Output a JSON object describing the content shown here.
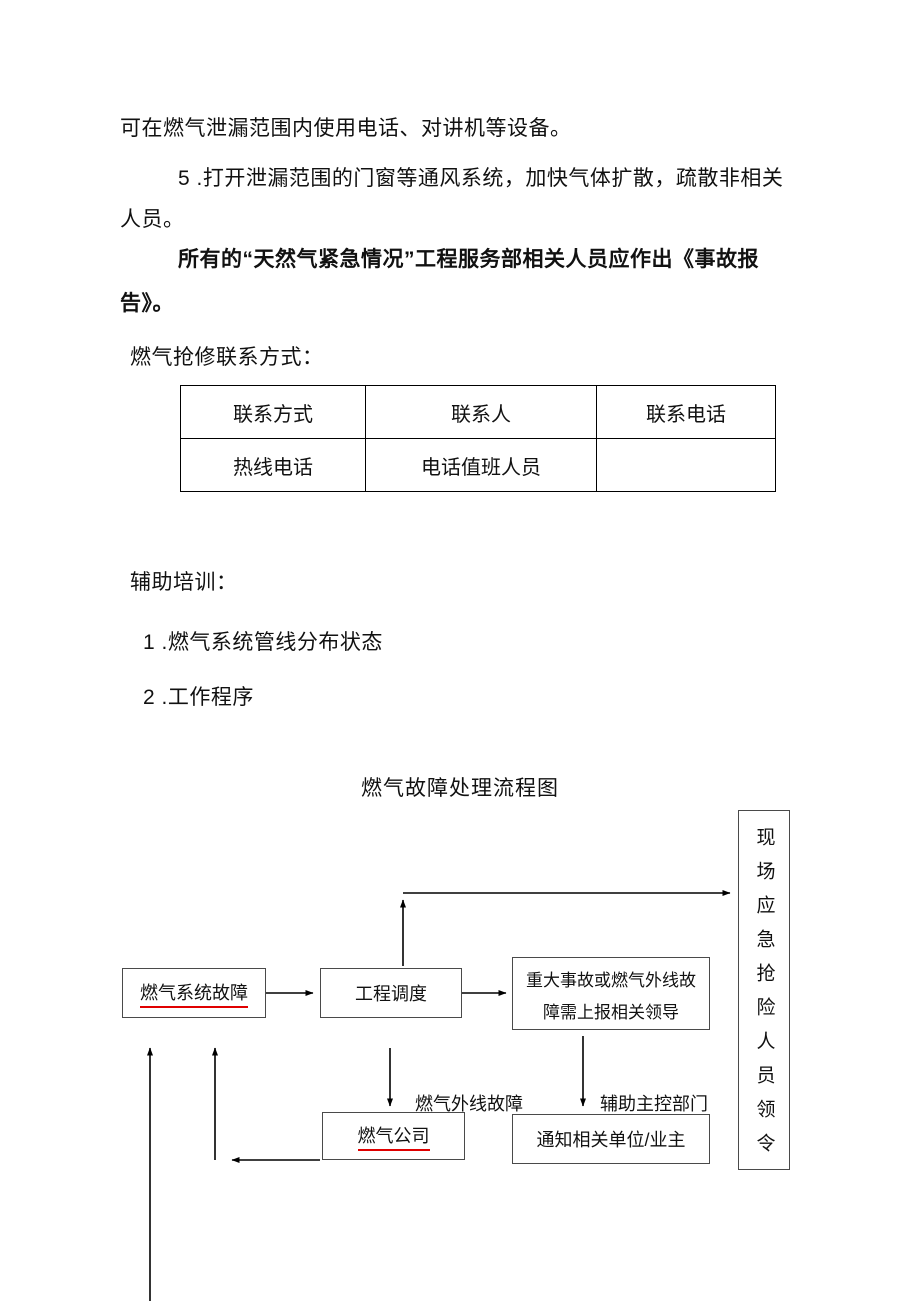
{
  "doc": {
    "p1": "可在燃气泄漏范围内使用电话、对讲机等设备。",
    "p2_line1": "5 .打开泄漏范围的门窗等通风系统，加快气体扩散，疏散非相关",
    "p2_line2": "人员。",
    "p3_line1": "所有的“天然气紧急情况”工程服务部相关人员应作出《事故报",
    "p3_line2": "告》。",
    "contact_heading": "燃气抢修联系方式："
  },
  "contact_table": {
    "headers": [
      "联系方式",
      "联系人",
      "联系电话"
    ],
    "rows": [
      [
        "热线电话",
        "电话值班人员",
        ""
      ]
    ]
  },
  "training": {
    "heading": "辅助培训：",
    "items": [
      "1 .燃气系统管线分布状态",
      "2 .工作程序"
    ]
  },
  "flowchart": {
    "title": "燃气故障处理流程图",
    "nodes": {
      "gas_system_fault": "燃气系统故障",
      "engineering_dispatch": "工程调度",
      "major_accident_line1": "重大事故或燃气外线故",
      "major_accident_line2": "障需上报相关领导",
      "gas_company": "燃气公司",
      "notify_units": "通知相关单位/业主",
      "site_emergency_vertical": "现场应急抢险人员领令"
    },
    "labels": {
      "external_fault": "燃气外线故障",
      "assist_control": "辅助主控部门"
    },
    "colors": {
      "underline_red": "#e00000",
      "line_black": "#000000"
    }
  }
}
